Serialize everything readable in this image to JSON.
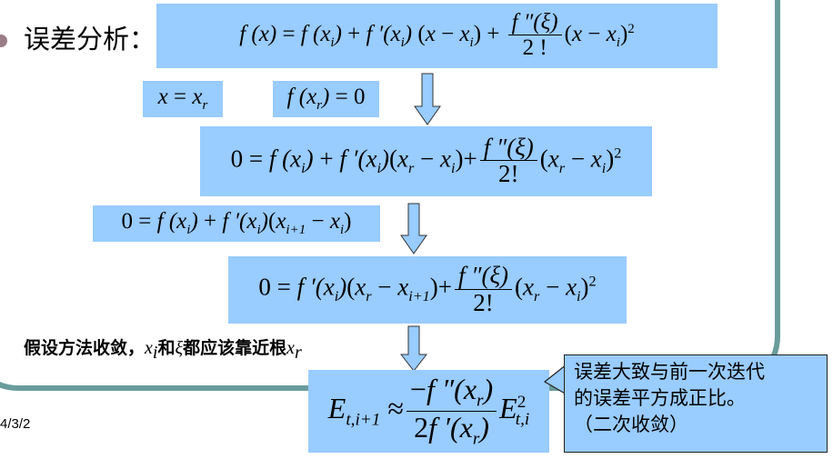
{
  "slide": {
    "heading": "误差分析：",
    "date_fragment": "4/3/2",
    "note": {
      "prefix": "假设方法收敛，",
      "var_xi": "x",
      "var_xi_sub": "i",
      "mid": "和",
      "xi_symbol": "ξ",
      "suffix": "都应该靠近根",
      "var_xr": "x",
      "var_xr_sub": "r"
    },
    "callout": {
      "line1": "误差大致与前一次迭代",
      "line2": "的误差平方成正比。",
      "line3": "（二次收敛）"
    }
  },
  "equations": {
    "taylor": "f(x) = f(x_i) + f'(x_i)(x − x_i) + f''(ξ)/2! (x − x_i)^2",
    "subst_x": "x = x_r",
    "subst_f": "f(x_r) = 0",
    "eq_root": "0 = f(x_i) + f'(x_i)(x_r − x_i) + f''(ξ)/2! (x_r − x_i)^2",
    "newton": "0 = f(x_i) + f'(x_i)(x_{i+1} − x_i)",
    "diff": "0 = f'(x_i)(x_r − x_{i+1}) + f''(ξ)/2! (x_r − x_i)^2",
    "error": "E_{t,i+1} ≈ −f''(x_r) / (2 f'(x_r)) · E_{t,i}^2"
  },
  "colors": {
    "box_fill": "#99ccff",
    "frame": "#6a9c9c",
    "bullet": "#9a7d86"
  }
}
